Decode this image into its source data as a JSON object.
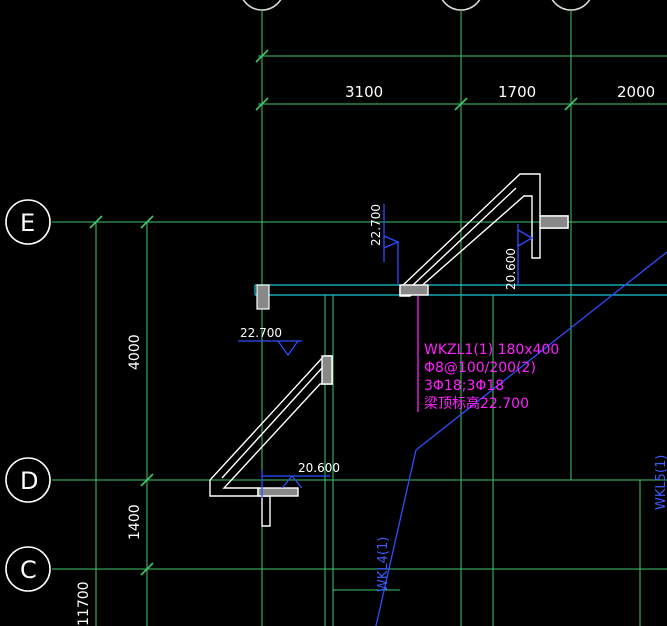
{
  "top_dimensions": [
    "3100",
    "1700",
    "2000"
  ],
  "left_dimensions": [
    "4000",
    "1400",
    "11700"
  ],
  "axis_labels": [
    "E",
    "D",
    "C"
  ],
  "elevations": {
    "upper_stair_top": "22.700",
    "upper_stair_bottom": "20.600",
    "lower_stair_top": "22.700",
    "lower_stair_bottom": "20.600"
  },
  "beam_annotation": {
    "line1": "WKZL1(1) 180x400",
    "line2": "Φ8@100/200(2)",
    "line3": "3Φ18;3Φ18",
    "line4": "梁顶标高22.700"
  },
  "beam_labels": {
    "wkl4": "WKL4(1)",
    "wkl5": "WKL5(1)"
  },
  "colors": {
    "background": "#000000",
    "grid_line": "#3fc86a",
    "cyan_line": "#19c6d4",
    "magenta": "#ff20ff",
    "blue": "#2f4dff",
    "white": "#ffffff"
  }
}
